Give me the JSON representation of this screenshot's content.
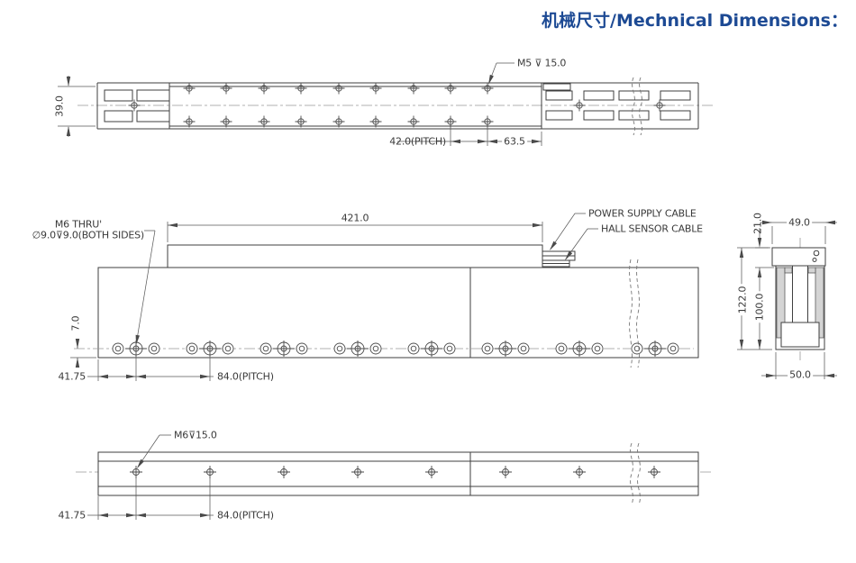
{
  "title": "机械尺寸/Mechnical Dimensions：",
  "colors": {
    "title_accent": "#1d4a94",
    "line": "#3f3f3f"
  },
  "top_view": {
    "height_dim": "39.0",
    "tap_callout": "M5 ⊽ 15.0",
    "pitch_dim": "42.0(PITCH)",
    "end_offset_dim": "63.5"
  },
  "side_view": {
    "carriage_length_dim": "421.0",
    "mount_callout_line1": "M6 THRU'",
    "mount_callout_line2": "∅9.0⊽9.0(BOTH SIDES)",
    "power_cable_label": "POWER SUPPLY CABLE",
    "hall_cable_label": "HALL SENSOR CABLE",
    "hole_edge_dim": "7.0",
    "first_hole_dim": "41.75",
    "pitch_dim": "84.0(PITCH)"
  },
  "end_view": {
    "top_width_dim": "49.0",
    "carriage_height_dim": "21.0",
    "total_height_dim": "122.0",
    "body_height_dim": "100.0",
    "base_width_dim": "50.0"
  },
  "bottom_view": {
    "tap_callout": "M6⊽15.0",
    "first_hole_dim": "41.75",
    "pitch_dim": "84.0(PITCH)"
  }
}
